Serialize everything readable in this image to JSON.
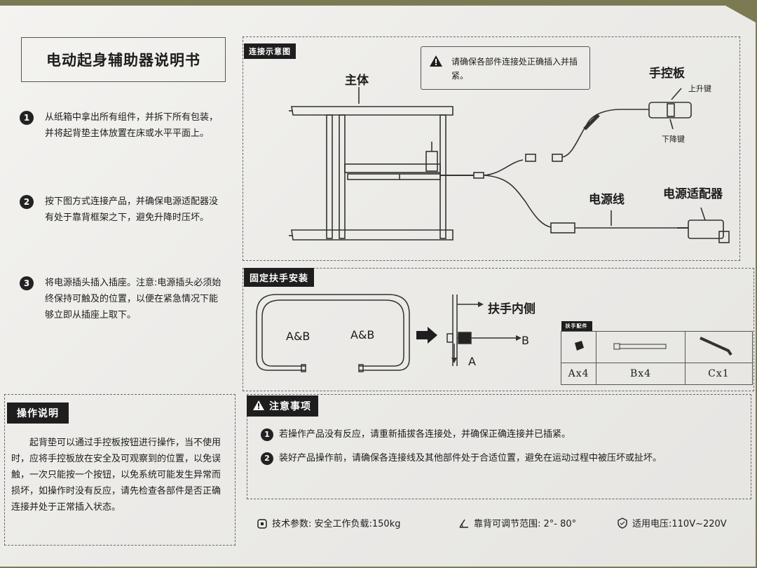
{
  "document": {
    "title": "电动起身辅助器说明书",
    "steps": [
      {
        "num": "1",
        "text": "从纸箱中拿出所有组件，并拆下所有包装，并将起背垫主体放置在床或水平平面上。"
      },
      {
        "num": "2",
        "text": "按下图方式连接产品，并确保电源适配器没有处于靠背框架之下，避免升降时压坏。"
      },
      {
        "num": "3",
        "text": "将电源插头插入插座。注意:电源插头必须始终保持可触及的位置，以便在紧急情况下能够立即从插座上取下。"
      }
    ]
  },
  "connection": {
    "tag": "连接示意图",
    "warning": "请确保各部件连接处正确插入并插紧。",
    "main_body": "主体",
    "hand_control": "手控板",
    "up_key": "上升键",
    "down_key": "下降键",
    "power_cord": "电源线",
    "power_adapter": "电源适配器"
  },
  "armrest": {
    "tag": "固定扶手安装",
    "ab_left": "A&B",
    "ab_right": "A&B",
    "inner_side": "扶手内侧",
    "label_a": "A",
    "label_b": "B",
    "parts_header": "扶手配件",
    "parts": [
      {
        "label": "Ax4"
      },
      {
        "label": "Bx4"
      },
      {
        "label": "Cx1"
      }
    ]
  },
  "operation": {
    "tag": "操作说明",
    "text": "起背垫可以通过手控板按钮进行操作，当不使用时，应将手控板放在安全及可观察到的位置，以免误触，一次只能按一个按钮，以免系统可能发生异常而损坏，如操作时没有反应，请先检查各部件是否正确连接并处于正常插入状态。"
  },
  "notes": {
    "tag": "注意事项",
    "items": [
      {
        "num": "1",
        "text": "若操作产品没有反应，请重新插拔各连接处，并确保正确连接并已插紧。"
      },
      {
        "num": "2",
        "text": "装好产品操作前，请确保各连接线及其他部件处于合适位置，避免在运动过程中被压坏或扯坏。"
      }
    ]
  },
  "specs": {
    "load": "技术参数: 安全工作负载:150kg",
    "angle": "靠背可调节范围: 2°- 80°",
    "voltage": "适用电压:110V~220V"
  },
  "icons": {
    "load": "weight-icon",
    "angle": "angle-icon",
    "voltage": "shield-icon",
    "warning": "warning-triangle-icon"
  }
}
